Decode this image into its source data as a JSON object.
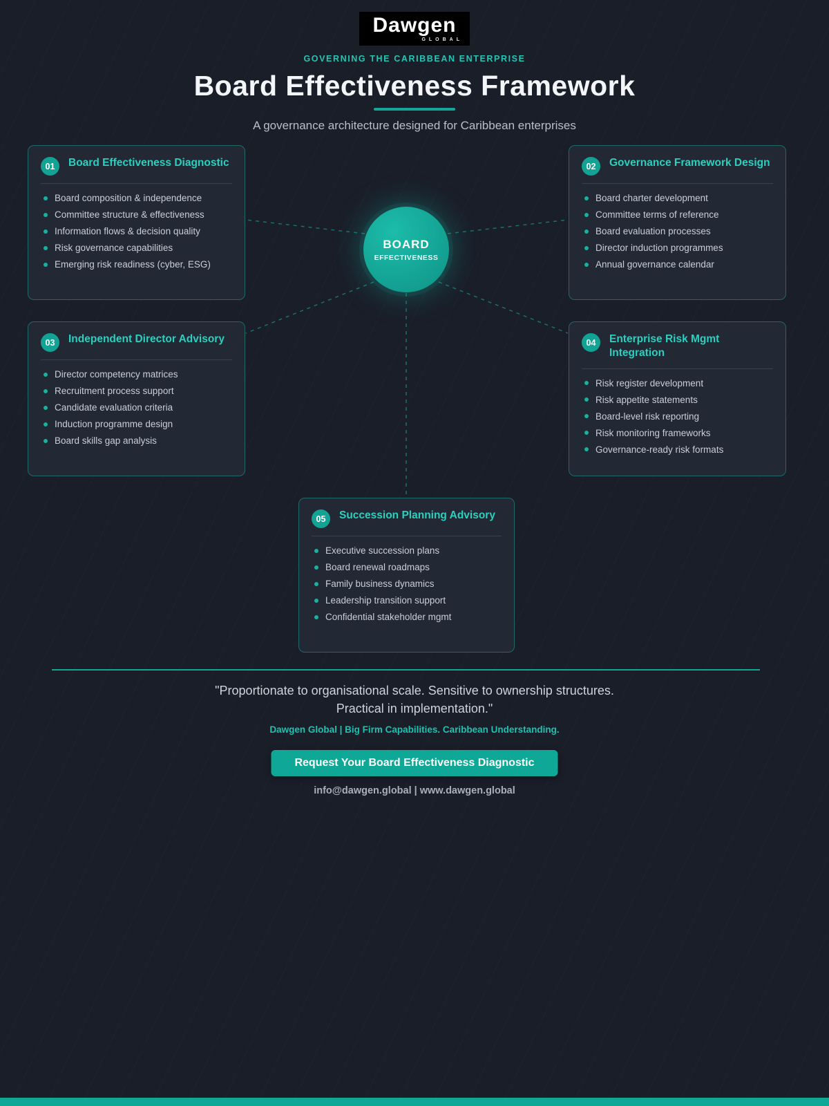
{
  "header": {
    "logo": {
      "wordmark": "Dawgen",
      "sub": "GLOBAL"
    },
    "tagline": "GOVERNING THE CARIBBEAN ENTERPRISE",
    "title": "Board Effectiveness Framework",
    "subtitle": "A governance architecture designed for Caribbean enterprises"
  },
  "center": {
    "line1": "BOARD",
    "line2": "EFFECTIVENESS"
  },
  "cards": [
    {
      "number": "01",
      "title": "Board Effectiveness Diagnostic",
      "items": [
        "Board composition & independence",
        "Committee structure & effectiveness",
        "Information flows & decision quality",
        "Risk governance capabilities",
        "Emerging risk readiness (cyber, ESG)"
      ]
    },
    {
      "number": "02",
      "title": "Governance Framework Design",
      "items": [
        "Board charter development",
        "Committee terms of reference",
        "Board evaluation processes",
        "Director induction programmes",
        "Annual governance calendar"
      ]
    },
    {
      "number": "03",
      "title": "Independent Director Advisory",
      "items": [
        "Director competency matrices",
        "Recruitment process support",
        "Candidate evaluation criteria",
        "Induction programme design",
        "Board skills gap analysis"
      ]
    },
    {
      "number": "04",
      "title": "Enterprise Risk Mgmt Integration",
      "items": [
        "Risk register development",
        "Risk appetite statements",
        "Board-level risk reporting",
        "Risk monitoring frameworks",
        "Governance-ready risk formats"
      ]
    },
    {
      "number": "05",
      "title": "Succession Planning Advisory",
      "items": [
        "Executive succession plans",
        "Board renewal roadmaps",
        "Family business dynamics",
        "Leadership transition support",
        "Confidential stakeholder mgmt"
      ]
    }
  ],
  "footer": {
    "quote_line1": "\"Proportionate to organisational scale. Sensitive to ownership structures.",
    "quote_line2": "Practical in implementation.\"",
    "brand_line": "Dawgen Global  |  Big Firm Capabilities. Caribbean Understanding.",
    "cta_label": "Request Your Board Effectiveness Diagnostic",
    "contact": "info@dawgen.global  |  www.dawgen.global"
  },
  "colors": {
    "background": "#1a1e29",
    "card_background": "#222834",
    "accent_teal": "#12a796",
    "title_teal": "#2bd0bf",
    "body_text": "#c9ced7"
  }
}
